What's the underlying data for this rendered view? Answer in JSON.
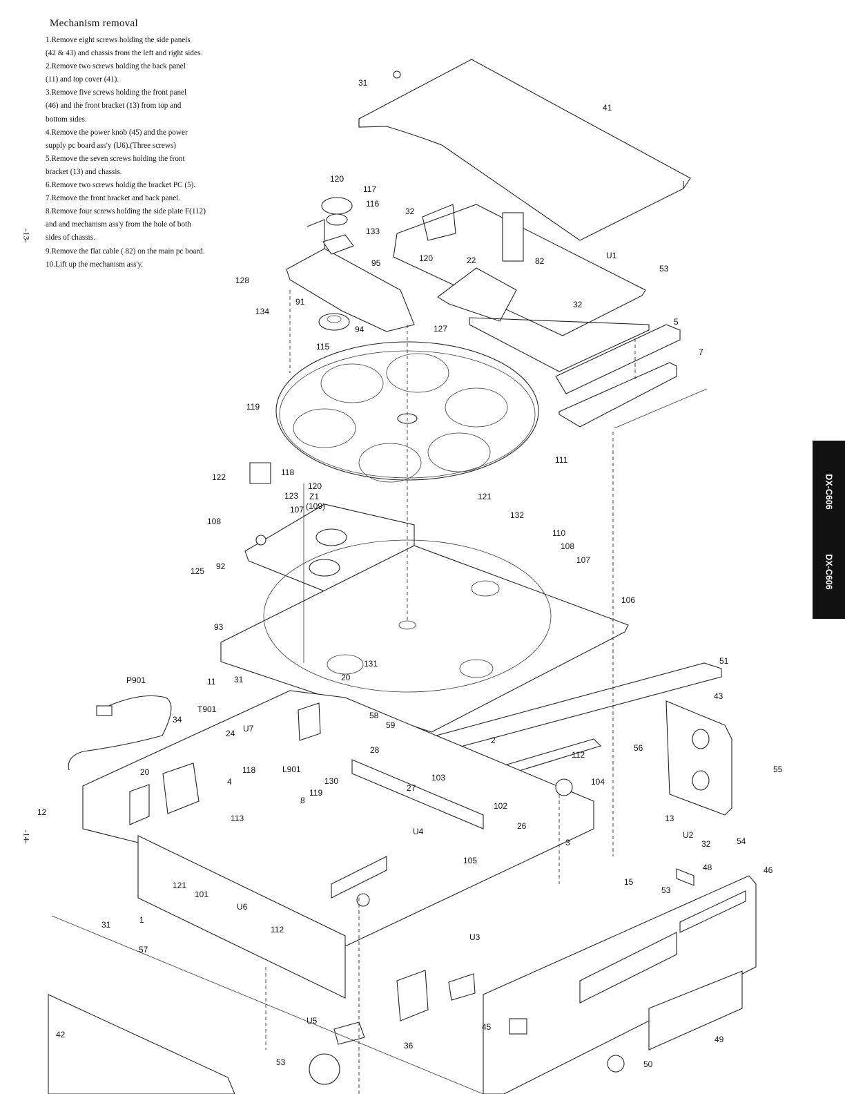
{
  "instructions": {
    "title": "Mechanism removal",
    "lines": [
      "1.Remove eight screws holding the side panels",
      "(42 & 43) and chassis from the left and right sides.",
      "2.Remove two screws holding the back panel",
      "(11) and top cover (41).",
      "3.Remove five screws holding the front panel",
      "(46) and the front bracket (13) from top and",
      "bottom sides.",
      "4.Remove the power knob (45) and the power",
      "supply pc board ass'y (U6).(Three screws)",
      "5.Remove the seven screws holding the front",
      "bracket (13) and chassis.",
      "6.Remove two screws holdig the bracket PC (5).",
      "7.Remove the front bracket and back panel.",
      "8.Remove four screws holding the side plate F(112)",
      "and and mechanism ass'y from the hole of both",
      "sides of chassis.",
      "9.Remove the flat cable ( 82) on the main pc board.",
      "10.Lift up the mechanism ass'y."
    ]
  },
  "page_numbers": {
    "upper": "-13-",
    "lower": "-14-"
  },
  "model_tab": {
    "label_upper": "DX-C606",
    "label_lower": "DX-C606"
  },
  "part_labels": [
    {
      "t": "31"
    },
    {
      "t": "41"
    },
    {
      "t": "120"
    },
    {
      "t": "117"
    },
    {
      "t": "116"
    },
    {
      "t": "32"
    },
    {
      "t": "133"
    },
    {
      "t": "120"
    },
    {
      "t": "22"
    },
    {
      "t": "82"
    },
    {
      "t": "U1"
    },
    {
      "t": "53"
    },
    {
      "t": "95"
    },
    {
      "t": "128"
    },
    {
      "t": "134"
    },
    {
      "t": "91"
    },
    {
      "t": "94"
    },
    {
      "t": "127"
    },
    {
      "t": "32"
    },
    {
      "t": "5"
    },
    {
      "t": "115"
    },
    {
      "t": "7"
    },
    {
      "t": "119"
    },
    {
      "t": "111"
    },
    {
      "t": "122"
    },
    {
      "t": "118"
    },
    {
      "t": "120"
    },
    {
      "t": "Z1"
    },
    {
      "t": "(109)"
    },
    {
      "t": "123"
    },
    {
      "t": "107"
    },
    {
      "t": "121"
    },
    {
      "t": "108"
    },
    {
      "t": "132"
    },
    {
      "t": "110"
    },
    {
      "t": "108"
    },
    {
      "t": "107"
    },
    {
      "t": "125"
    },
    {
      "t": "92"
    },
    {
      "t": "106"
    },
    {
      "t": "93"
    },
    {
      "t": "131"
    },
    {
      "t": "51"
    },
    {
      "t": "P901"
    },
    {
      "t": "11"
    },
    {
      "t": "31"
    },
    {
      "t": "20"
    },
    {
      "t": "43"
    },
    {
      "t": "T901"
    },
    {
      "t": "58"
    },
    {
      "t": "59"
    },
    {
      "t": "34"
    },
    {
      "t": "U7"
    },
    {
      "t": "24"
    },
    {
      "t": "2"
    },
    {
      "t": "28"
    },
    {
      "t": "56"
    },
    {
      "t": "55"
    },
    {
      "t": "118"
    },
    {
      "t": "L901"
    },
    {
      "t": "112"
    },
    {
      "t": "27"
    },
    {
      "t": "20"
    },
    {
      "t": "130"
    },
    {
      "t": "103"
    },
    {
      "t": "104"
    },
    {
      "t": "4"
    },
    {
      "t": "119"
    },
    {
      "t": "8"
    },
    {
      "t": "102"
    },
    {
      "t": "12"
    },
    {
      "t": "113"
    },
    {
      "t": "26"
    },
    {
      "t": "13"
    },
    {
      "t": "U4"
    },
    {
      "t": "3"
    },
    {
      "t": "U2"
    },
    {
      "t": "32"
    },
    {
      "t": "54"
    },
    {
      "t": "105"
    },
    {
      "t": "48"
    },
    {
      "t": "46"
    },
    {
      "t": "121"
    },
    {
      "t": "15"
    },
    {
      "t": "53"
    },
    {
      "t": "101"
    },
    {
      "t": "U6"
    },
    {
      "t": "31"
    },
    {
      "t": "1"
    },
    {
      "t": "112"
    },
    {
      "t": "U3"
    },
    {
      "t": "57"
    },
    {
      "t": "42"
    },
    {
      "t": "U5"
    },
    {
      "t": "45"
    },
    {
      "t": "49"
    },
    {
      "t": "36"
    },
    {
      "t": "53"
    },
    {
      "t": "50"
    }
  ]
}
